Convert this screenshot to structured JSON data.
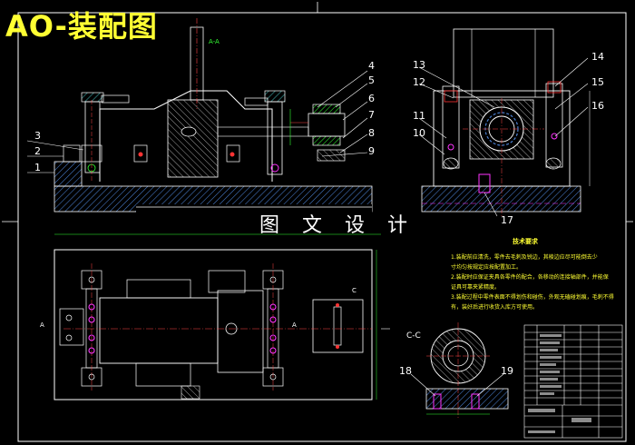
{
  "sheet": {
    "title": "AO-装配图",
    "watermark": "图 文 设 计",
    "section_label_top": "A-A",
    "section_label_detail": "C-C",
    "view_label_left": "A",
    "view_label_right": "A",
    "view_label_c": "C"
  },
  "part_numbers": {
    "front_view": [
      "1",
      "2",
      "3",
      "4",
      "5",
      "6",
      "7",
      "8",
      "9"
    ],
    "side_view": [
      "10",
      "11",
      "12",
      "13",
      "14",
      "15",
      "16",
      "17"
    ],
    "detail_view": [
      "18",
      "19"
    ]
  },
  "tech_requirements": {
    "heading": "技术要求",
    "lines": [
      "1.装配前应清洗，零件去毛刺及锐边，其棱边应尽可能倒去少",
      "  寸均匀按规定应按配置加工。",
      "2.装配时应保证夹具各零件的配合，各移动的连接轴部件，并能保",
      "  证具可靠夹紧精度。",
      "3.装配过程中零件表面不得划伤和碰伤，外观无磕碰划痕，毛刺不得",
      "  有，装好后进行收货入库方可使用。"
    ]
  },
  "colors": {
    "background": "#000000",
    "outline": "#ffffff",
    "hatch": "#4a7fd0",
    "dimension": "#33ff33",
    "part_marker": "#ff33ff",
    "accent_red": "#ff3333",
    "title_yellow": "#ffff33",
    "center_line": "#ff4444"
  }
}
